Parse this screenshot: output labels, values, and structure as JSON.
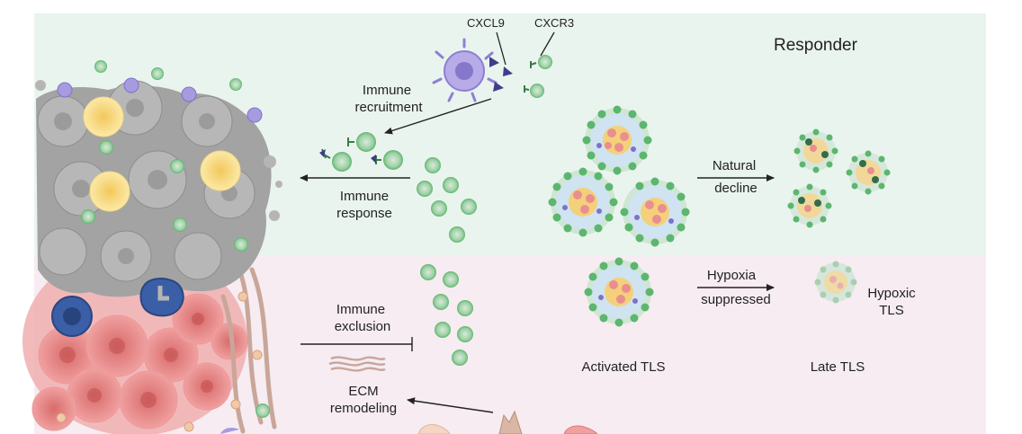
{
  "panels": {
    "top_label": "Responder"
  },
  "molecules": {
    "cxcl9": "CXCL9",
    "cxcr3": "CXCR3"
  },
  "processes": {
    "immune_recruitment": [
      "Immune",
      "recruitment"
    ],
    "immune_response": [
      "Immune",
      "response"
    ],
    "natural_decline": [
      "Natural",
      "decline"
    ],
    "hypoxia_suppressed": [
      "Hypoxia",
      "suppressed"
    ],
    "immune_exclusion": [
      "Immune",
      "exclusion"
    ],
    "ecm_remodeling": [
      "ECM",
      "remodeling"
    ]
  },
  "tls_labels": {
    "activated": "Activated TLS",
    "late": "Late TLS",
    "hypoxic": [
      "Hypoxic",
      "TLS"
    ]
  },
  "colors": {
    "top_panel": "#eaf4ee",
    "bottom_panel": "#f6ecf2",
    "tcell": "#5cb66e",
    "tumor_gray": "#9a9a9a",
    "tumor_red": "#e07a7a",
    "dendritic": "#a79be0",
    "chemokine": "#3f3c8c",
    "yellow_cell": "#f8df86",
    "blue_cell": "#3b5fa6"
  }
}
